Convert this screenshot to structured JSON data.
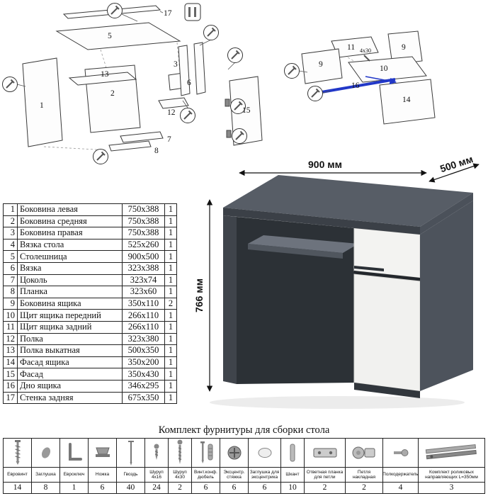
{
  "colors": {
    "desk_gray": "#565c66",
    "desk_dark": "#31363c",
    "front_white": "#f3f3f1",
    "rail_blue": "#2238c8"
  },
  "desk_view": {
    "width_label": "900 мм",
    "depth_label": "500 мм",
    "height_label": "766 мм"
  },
  "diagram_desk": {
    "labels": [
      "17",
      "5",
      "1",
      "2",
      "13",
      "12",
      "3",
      "15",
      "6",
      "7",
      "8"
    ]
  },
  "diagram_drawer": {
    "labels": [
      "11",
      "9",
      "9",
      "10",
      "16",
      "14"
    ],
    "screw_note": "4x30"
  },
  "parts": {
    "rows": [
      {
        "num": "1",
        "name": "Боковина левая",
        "size": "750x388",
        "qty": "1"
      },
      {
        "num": "2",
        "name": "Боковина средняя",
        "size": "750x388",
        "qty": "1"
      },
      {
        "num": "3",
        "name": "Боковина правая",
        "size": "750x388",
        "qty": "1"
      },
      {
        "num": "4",
        "name": "Вязка стола",
        "size": "525x260",
        "qty": "1"
      },
      {
        "num": "5",
        "name": "Столешница",
        "size": "900x500",
        "qty": "1"
      },
      {
        "num": "6",
        "name": "Вязка",
        "size": "323x388",
        "qty": "1"
      },
      {
        "num": "7",
        "name": "Цоколь",
        "size": "323x74",
        "qty": "1"
      },
      {
        "num": "8",
        "name": "Планка",
        "size": "323x60",
        "qty": "1"
      },
      {
        "num": "9",
        "name": "Боковина ящика",
        "size": "350x110",
        "qty": "2"
      },
      {
        "num": "10",
        "name": "Щит ящика передний",
        "size": "266x110",
        "qty": "1"
      },
      {
        "num": "11",
        "name": "Щит ящика задний",
        "size": "266x110",
        "qty": "1"
      },
      {
        "num": "12",
        "name": "Полка",
        "size": "323x380",
        "qty": "1"
      },
      {
        "num": "13",
        "name": "Полка выкатная",
        "size": "500x350",
        "qty": "1"
      },
      {
        "num": "14",
        "name": "Фасад ящика",
        "size": "350x200",
        "qty": "1"
      },
      {
        "num": "15",
        "name": "Фасад",
        "size": "350x430",
        "qty": "1"
      },
      {
        "num": "16",
        "name": "Дно ящика",
        "size": "346x295",
        "qty": "1"
      },
      {
        "num": "17",
        "name": "Стенка задняя",
        "size": "675x350",
        "qty": "1"
      }
    ]
  },
  "hardware": {
    "title": "Комплект фурнитуры для сборки стола",
    "items": [
      {
        "icon": "euro-screw",
        "label": "Евровинт",
        "qty": "14"
      },
      {
        "icon": "cap",
        "label": "Заглушка",
        "qty": "8"
      },
      {
        "icon": "hex-key",
        "label": "Евроключ",
        "qty": "1"
      },
      {
        "icon": "leg",
        "label": "Ножка",
        "qty": "6"
      },
      {
        "icon": "nail",
        "label": "Гвоздь",
        "qty": "40"
      },
      {
        "icon": "screw-4x16",
        "label": "Шуруп 4x16",
        "qty": "24"
      },
      {
        "icon": "screw-4x30",
        "label": "Шуруп 4x30",
        "qty": "2"
      },
      {
        "icon": "confirmat-dowel",
        "label": "Винт.конф. дюбель",
        "qty": "6"
      },
      {
        "icon": "eccentric-cam",
        "label": "Эксцентр. стяжка",
        "qty": "6"
      },
      {
        "icon": "eccentric-cap",
        "label": "Заглушка для эксцентрика",
        "qty": "6"
      },
      {
        "icon": "dowel-pin",
        "label": "Шкант",
        "qty": "10"
      },
      {
        "icon": "hinge-plate",
        "label": "Ответная планка для петли",
        "qty": "2"
      },
      {
        "icon": "hinge",
        "label": "Петля накладная",
        "qty": "2"
      },
      {
        "icon": "shelf-support",
        "label": "Полкодержатель",
        "qty": "4"
      },
      {
        "icon": "roller-guides",
        "label": "Комплект роликовых направляющих L=350мм",
        "qty": "3"
      }
    ]
  }
}
